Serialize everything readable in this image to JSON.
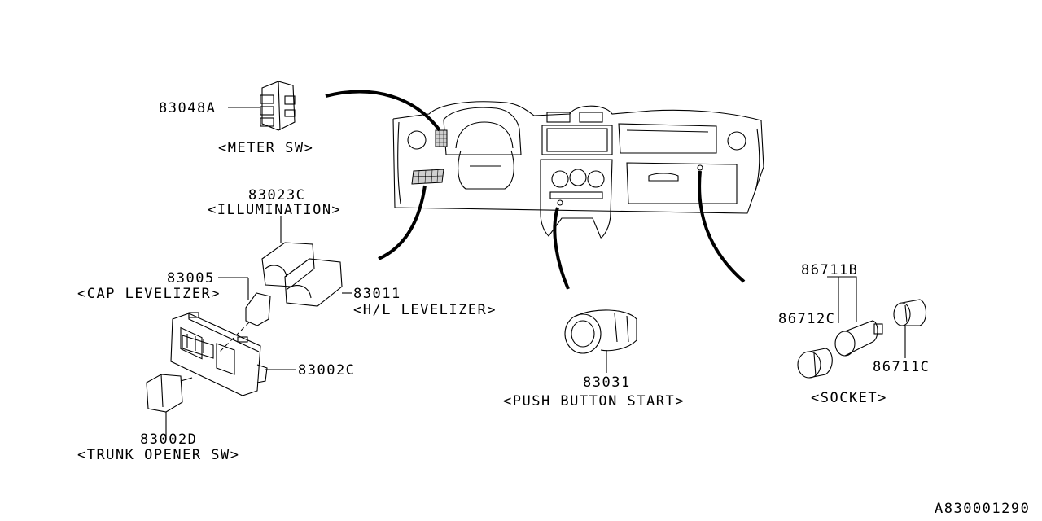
{
  "diagram_id": "A830001290",
  "parts": {
    "meter_sw": {
      "number": "83048A",
      "caption": "<METER SW>"
    },
    "illumination": {
      "number": "83023C",
      "caption": "<ILLUMINATION>"
    },
    "cap_levelizer": {
      "number": "83005",
      "caption": "<CAP LEVELIZER>"
    },
    "hl_levelizer": {
      "number": "83011",
      "caption": "<H/L LEVELIZER>"
    },
    "switch_panel": {
      "number": "83002C"
    },
    "trunk_opener": {
      "number": "83002D",
      "caption": "<TRUNK OPENER SW>"
    },
    "push_button_start": {
      "number": "83031",
      "caption": "<PUSH BUTTON START>"
    },
    "socket_set": {
      "number": "86711B"
    },
    "socket_cap": {
      "number": "86712C"
    },
    "socket_ring": {
      "number": "86711C"
    },
    "socket_caption": "<SOCKET>"
  }
}
